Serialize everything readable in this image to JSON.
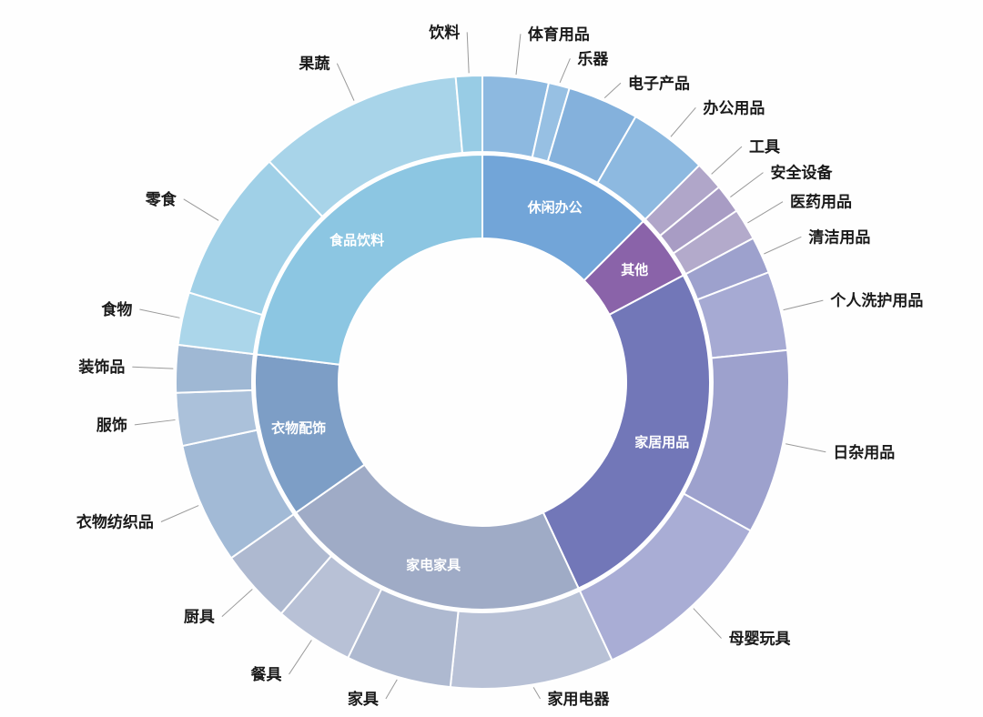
{
  "chart_data": {
    "type": "pie",
    "subtype": "sunburst-two-ring-donut",
    "title": "",
    "unit": "angular span in degrees (share of whole = degrees / 3.6 %)",
    "legend": "none",
    "background": "#ffffff",
    "inner_label_color": "#ffffff",
    "outer_label_color": "#1a1a1a",
    "leader_line_color": "#9a9a9a",
    "categories": [
      {
        "name": "休闲办公",
        "color": "#72a5d8",
        "start": 0,
        "end": 45,
        "value_pct": 12.5,
        "children": [
          {
            "name": "体育用品",
            "color": "#8db9e0",
            "start": 0,
            "end": 12.5,
            "value_pct": 3.5
          },
          {
            "name": "乐器",
            "color": "#97c0e3",
            "start": 12.5,
            "end": 16.5,
            "value_pct": 1.1
          },
          {
            "name": "电子产品",
            "color": "#84b1dc",
            "start": 16.5,
            "end": 30,
            "value_pct": 3.7
          },
          {
            "name": "办公用品",
            "color": "#8db9e0",
            "start": 30,
            "end": 45,
            "value_pct": 4.2
          }
        ]
      },
      {
        "name": "其他",
        "color": "#8a63a9",
        "start": 45,
        "end": 62,
        "value_pct": 4.7,
        "children": [
          {
            "name": "工具",
            "color": "#b0a6c9",
            "start": 45,
            "end": 50.5,
            "value_pct": 1.5
          },
          {
            "name": "安全设备",
            "color": "#a89cc4",
            "start": 50.5,
            "end": 56,
            "value_pct": 1.5
          },
          {
            "name": "医药用品",
            "color": "#b3aacb",
            "start": 56,
            "end": 62,
            "value_pct": 1.7
          }
        ]
      },
      {
        "name": "家居用品",
        "color": "#7277b8",
        "start": 62,
        "end": 155,
        "value_pct": 25.8,
        "children": [
          {
            "name": "清洁用品",
            "color": "#9da1cd",
            "start": 62,
            "end": 69,
            "value_pct": 1.9
          },
          {
            "name": "个人洗护用品",
            "color": "#a6aad3",
            "start": 69,
            "end": 84,
            "value_pct": 4.2
          },
          {
            "name": "日杂用品",
            "color": "#9da1cd",
            "start": 84,
            "end": 119,
            "value_pct": 9.7
          },
          {
            "name": "母婴玩具",
            "color": "#a9add5",
            "start": 119,
            "end": 155,
            "value_pct": 10.0
          }
        ]
      },
      {
        "name": "家电家具",
        "color": "#9fabc6",
        "start": 155,
        "end": 235,
        "value_pct": 22.2,
        "children": [
          {
            "name": "家用电器",
            "color": "#b8c1d6",
            "start": 155,
            "end": 186,
            "value_pct": 8.6
          },
          {
            "name": "家具",
            "color": "#aeb9d0",
            "start": 186,
            "end": 206,
            "value_pct": 5.6
          },
          {
            "name": "餐具",
            "color": "#b8c1d6",
            "start": 206,
            "end": 221,
            "value_pct": 4.2
          },
          {
            "name": "厨具",
            "color": "#aeb9d0",
            "start": 221,
            "end": 235,
            "value_pct": 3.9
          }
        ]
      },
      {
        "name": "衣物配饰",
        "color": "#7d9ec6",
        "start": 235,
        "end": 277,
        "value_pct": 11.7,
        "children": [
          {
            "name": "衣物纺织品",
            "color": "#a2bad6",
            "start": 235,
            "end": 258,
            "value_pct": 6.4
          },
          {
            "name": "服饰",
            "color": "#abc1da",
            "start": 258,
            "end": 268,
            "value_pct": 2.8
          },
          {
            "name": "装饰品",
            "color": "#9fb8d4",
            "start": 268,
            "end": 277,
            "value_pct": 2.5
          }
        ]
      },
      {
        "name": "食品饮料",
        "color": "#8cc6e2",
        "start": 277,
        "end": 360,
        "value_pct": 23.1,
        "children": [
          {
            "name": "食物",
            "color": "#abd6ea",
            "start": 277,
            "end": 287,
            "value_pct": 2.8
          },
          {
            "name": "零食",
            "color": "#a0d0e7",
            "start": 287,
            "end": 316,
            "value_pct": 8.1
          },
          {
            "name": "果蔬",
            "color": "#a8d4e9",
            "start": 316,
            "end": 355,
            "value_pct": 10.8
          },
          {
            "name": "饮料",
            "color": "#98cce5",
            "start": 355,
            "end": 360,
            "value_pct": 1.4
          }
        ]
      }
    ]
  }
}
